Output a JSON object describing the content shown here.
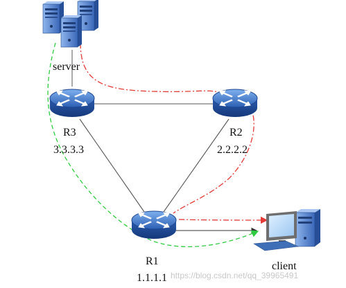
{
  "nodes": {
    "server": {
      "label": "server"
    },
    "r3": {
      "name": "R3",
      "ip": "3.3.3.3"
    },
    "r2": {
      "name": "R2",
      "ip": "2.2.2.2"
    },
    "r1": {
      "name": "R1",
      "ip": "1.1.1.1"
    },
    "client": {
      "label": "client"
    }
  },
  "icons": {
    "server": "server-icon",
    "router": "router-icon",
    "client": "desktop-computer-icon"
  },
  "colors": {
    "link": "#555555",
    "path_red": "#e53935",
    "path_green": "#2ecc40",
    "router_body": "#3b70c4",
    "server_body": "#4f7fcf"
  },
  "watermark": "https://blog.csdn.net/qq_39965491"
}
